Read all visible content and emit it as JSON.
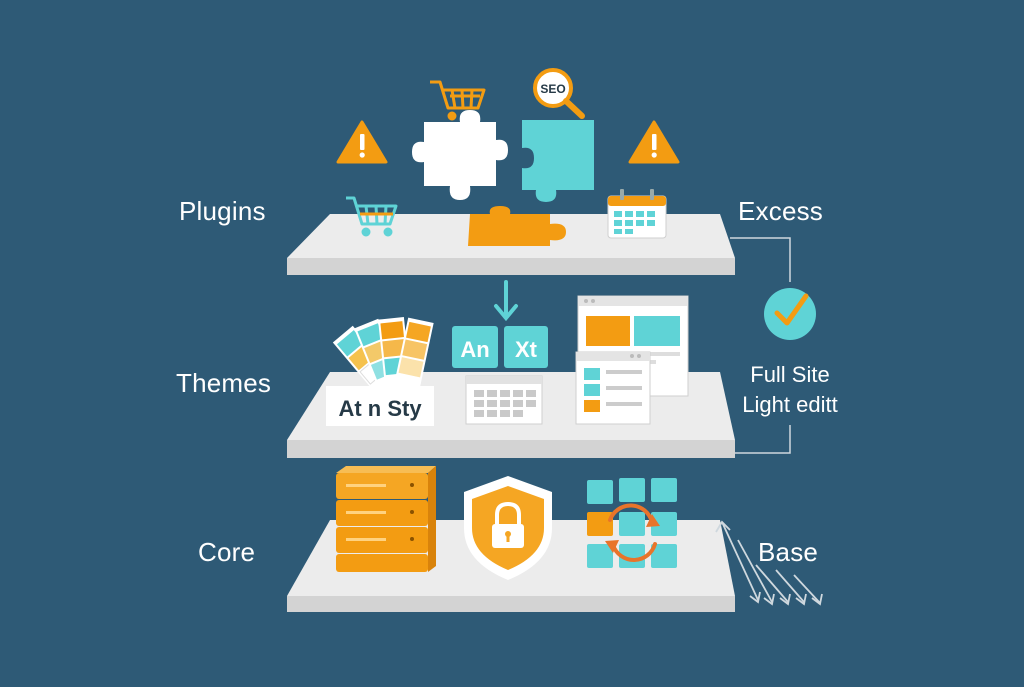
{
  "layers": {
    "plugins": {
      "label": "Plugins",
      "right_label": "Excess",
      "icon_badge": "SEO"
    },
    "themes": {
      "label": "Themes",
      "style_card": "At n Sty",
      "tile_left": "An",
      "tile_right": "Xt"
    },
    "core": {
      "label": "Core",
      "right_label": "Base"
    }
  },
  "annotation": {
    "line1": "Full Site",
    "line2": "Light editt"
  },
  "colors": {
    "background": "#2e5a76",
    "accent_orange": "#f39c12",
    "accent_teal": "#5fd3d6",
    "platform_top": "#ececec",
    "platform_front": "#d3d3d3",
    "white": "#ffffff"
  },
  "icons": [
    "cart-icon",
    "seo-magnifier-icon",
    "warning-icon",
    "puzzle-icon",
    "calendar-icon",
    "arrow-down-icon",
    "swatch-icon",
    "window-icon",
    "check-icon",
    "server-icon",
    "shield-lock-icon",
    "block-grid-icon",
    "refresh-icon"
  ]
}
